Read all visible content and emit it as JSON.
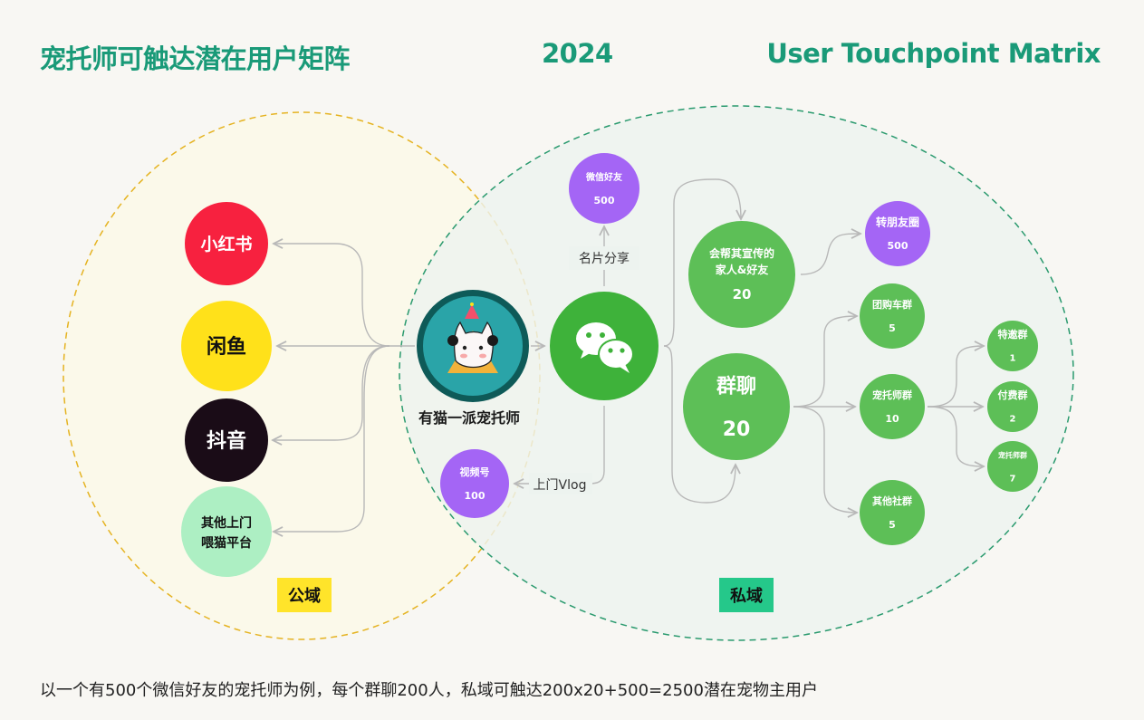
{
  "header": {
    "title_cn": "宠托师可触达潜在用户矩阵",
    "year": "2024",
    "title_en": "User Touchpoint Matrix"
  },
  "domains": {
    "public_label": "公域",
    "private_label": "私域"
  },
  "public_platforms": [
    {
      "line1": "小红书",
      "line2": "",
      "color": "#f7213f",
      "text_color": "#ffffff"
    },
    {
      "line1": "闲鱼",
      "line2": "",
      "color": "#ffe11a",
      "text_color": "#111111"
    },
    {
      "line1": "抖音",
      "line2": "",
      "color": "#1a0c17",
      "text_color": "#ffffff"
    },
    {
      "line1": "其他上门",
      "line2": "喂猫平台",
      "color": "#adefc3",
      "text_color": "#111111"
    }
  ],
  "center": {
    "name": "有猫一派宠托师",
    "wechat_icon": "wechat-icon"
  },
  "edges": {
    "card_share": "名片分享",
    "vlog": "上门Vlog"
  },
  "nodes": {
    "wechat_friends": {
      "line1": "微信好友",
      "value": "500"
    },
    "video_channel": {
      "line1": "视频号",
      "value": "100"
    },
    "family_friends": {
      "line1": "会帮其宣传的",
      "line2": "家人&好友",
      "value": "20"
    },
    "moments": {
      "line1": "转朋友圈",
      "value": "500"
    },
    "group_chat": {
      "line1": "群聊",
      "value": "20"
    },
    "group_buy": {
      "line1": "团购车群",
      "value": "5"
    },
    "sitter_group": {
      "line1": "宠托师群",
      "value": "10"
    },
    "other_community": {
      "line1": "其他社群",
      "value": "5"
    },
    "special_invite": {
      "line1": "特邀群",
      "value": "1"
    },
    "paid_group": {
      "line1": "付费群",
      "value": "2"
    },
    "sitter_group_small": {
      "line1": "宠托师群",
      "value": "7"
    }
  },
  "colors": {
    "accent": "#1a9a78",
    "purple": "#a465f5",
    "green": "#5dbf57",
    "wechat_green": "#3eb23a",
    "public_bg": "#fbf9ea",
    "private_bg": "#edf3ef",
    "public_border": "#e5b321",
    "private_border": "#2a9a6e",
    "public_badge": "#ffe42a",
    "private_badge": "#25c88a"
  },
  "caption": "以一个有500个微信好友的宠托师为例，每个群聊200人，私域可触达200x20+500=2500潜在宠物主用户"
}
